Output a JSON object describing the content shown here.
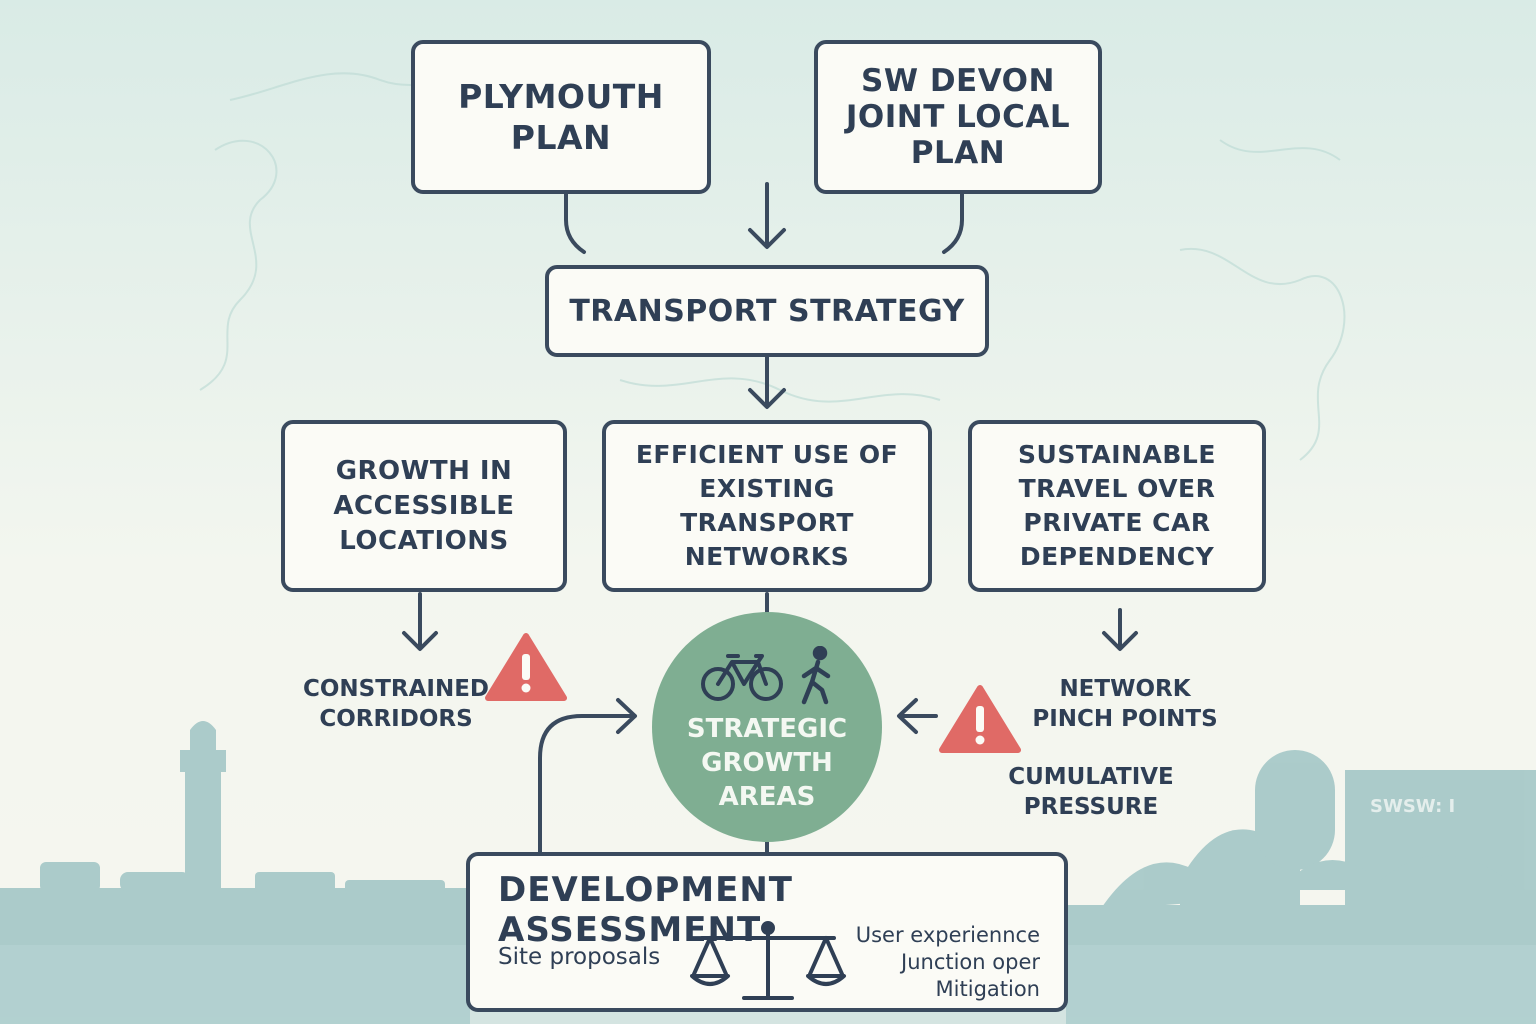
{
  "colors": {
    "ink": "#3a4a5e",
    "box_fill": "#fbfbf6",
    "circle_fill": "#7fae92",
    "warning_red": "#e06a66",
    "skyline": "#9fc4c4"
  },
  "top_boxes": {
    "plymouth": "PLYMOUTH\nPLAN",
    "sw_devon": "SW DEVON\nJOINT LOCAL\nPLAN"
  },
  "strategy": {
    "title": "TRANSPORT STRATEGY"
  },
  "pillars": [
    {
      "text": "GROWTH IN\nACCESSIBLE\nLOCATIONS"
    },
    {
      "text": "EFFICIENT USE OF\nEXISTING\nTRANSPORT\nNETWORKS"
    },
    {
      "text": "SUSTAINABLE\nTRAVEL OVER\nPRIVATE CAR\nDEPENDENCY"
    }
  ],
  "constraints": {
    "left": "CONSTRAINED\nCORRIDORS",
    "right_top": "NETWORK\nPINCH POINTS",
    "right_bottom": "CUMULATIVE\nPRESSURE"
  },
  "hub": {
    "label": "STRATEGIC\nGROWTH\nAREAS",
    "icons": [
      "bicycle-icon",
      "pedestrian-icon"
    ]
  },
  "assessment": {
    "title": "DEVELOPMENT ASSESSMENT",
    "left_item": "Site proposals",
    "right_items": [
      "User experiennce",
      "Junction oper",
      "Mitigation"
    ],
    "icon": "scales-icon"
  },
  "background": {
    "building_sign": "SWSW: I"
  }
}
